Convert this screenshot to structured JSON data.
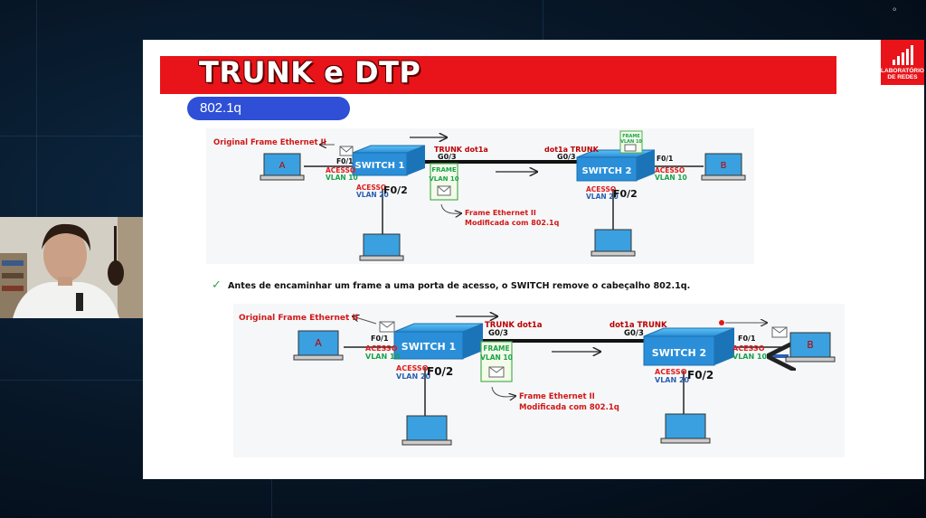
{
  "slide": {
    "title": "TRUNK e DTP",
    "subtitle": "802.1q",
    "logo_text_1": "LABORATÓRIO",
    "logo_text_2": "DE REDES",
    "note": "Antes de encaminhar um frame a uma porta de acesso, o SWITCH remove o cabeçalho 802.1q."
  },
  "diagram_top": {
    "original_frame": "Original Frame Ethernet II",
    "host_a": "A",
    "host_b": "B",
    "switch1": "SWITCH 1",
    "switch2": "SWITCH 2",
    "trunk_left": "TRUNK dot1a",
    "trunk_right": "dot1a TRUNK",
    "port_g03": "G0/3",
    "port_f01": "F0/1",
    "port_f02": "F0/2",
    "acesso": "ACESSO",
    "vlan10": "VLAN 10",
    "vlan20": "VLAN 20",
    "frame_label": "FRAME",
    "frame_vlan": "VLAN 10",
    "modified_1": "Frame Ethernet II",
    "modified_2": "Modificada com 802.1q"
  },
  "diagram_bottom": {
    "original_frame": "Original Frame Ethernet II",
    "host_a": "A",
    "host_b": "B",
    "switch1": "SWITCH 1",
    "switch2": "SWITCH 2",
    "trunk_left": "TRUNK dot1a",
    "trunk_right": "dot1a TRUNK",
    "port_g03": "G0/3",
    "port_f01": "F0/1",
    "port_f02": "F0/2",
    "acesso": "ACESSO",
    "vlan10": "VLAN 10",
    "vlan20": "VLAN 20",
    "frame_label": "FRAME",
    "frame_vlan": "VLAN 10",
    "modified_1": "Frame Ethernet II",
    "modified_2": "Modificada com 802.1q"
  },
  "colors": {
    "banner": "#e8141a",
    "pill": "#2e4fd6",
    "switch": "#2a8fd8",
    "access_red": "#e01b1b",
    "vlan_green": "#1aa34a",
    "vlan_blue": "#2b5fb3"
  }
}
